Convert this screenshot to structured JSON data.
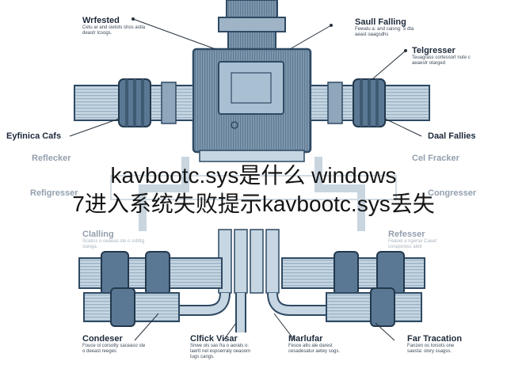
{
  "labels": {
    "top_left": {
      "title": "Wrfested",
      "desc": "Cetu ar and sietots shos astla deastr Icsogs."
    },
    "top_right": {
      "title": "Saull Falling",
      "desc": "Fewatu a: and caisng: S dta aeast oaagsdhs"
    },
    "mid_right_1": {
      "title": "Telgresser",
      "desc": "Teuagrass cortessort nute c aeaestr otarged"
    },
    "left_1": {
      "title": "Eyfinica Cafs",
      "desc": ""
    },
    "right_2": {
      "title": "Daal Fallies",
      "desc": ""
    },
    "left_2": {
      "title": "Reflecker",
      "desc": ""
    },
    "right_3": {
      "title": "Cel Fracker",
      "desc": ""
    },
    "left_3": {
      "title": "Refigresser",
      "desc": ""
    },
    "right_4": {
      "title": "Congresser",
      "desc": ""
    },
    "left_4": {
      "title": "Clalling",
      "desc": "Scatics o oeaeas ste o ssbttg sianga."
    },
    "right_5": {
      "title": "Refesser",
      "desc": "Feaoel a ngerse Caeat coraporess aletr"
    },
    "bottom_1": {
      "title": "Condeser",
      "desc": "Fouce ol corsotty saceaso ste o deeast reeges"
    },
    "bottom_2": {
      "title": "Clfick Visar",
      "desc": "Snwe ols sas fra o aorats o: laertt nel espoerraly oeaoorn tugs cangs."
    },
    "bottom_3": {
      "title": "Marlufar",
      "desc": "Fesce atlo ale darest cesadesatur aetey sogs."
    },
    "bottom_4": {
      "title": "Far Tracation",
      "desc": "Fanzen os torsots one saesta: olory ssagss."
    }
  },
  "banner": {
    "line1": "kavbootc.sys是什么 windows",
    "line2": "7进入系统失败提示kavbootc.sys丢失"
  },
  "colors": {
    "pipe_fill": "#b9cbd9",
    "pipe_stroke": "#2f4a63",
    "coupling": "#5a7893",
    "body": "#8fa6bb",
    "panel": "#a9c0d3",
    "background": "#ffffff"
  }
}
